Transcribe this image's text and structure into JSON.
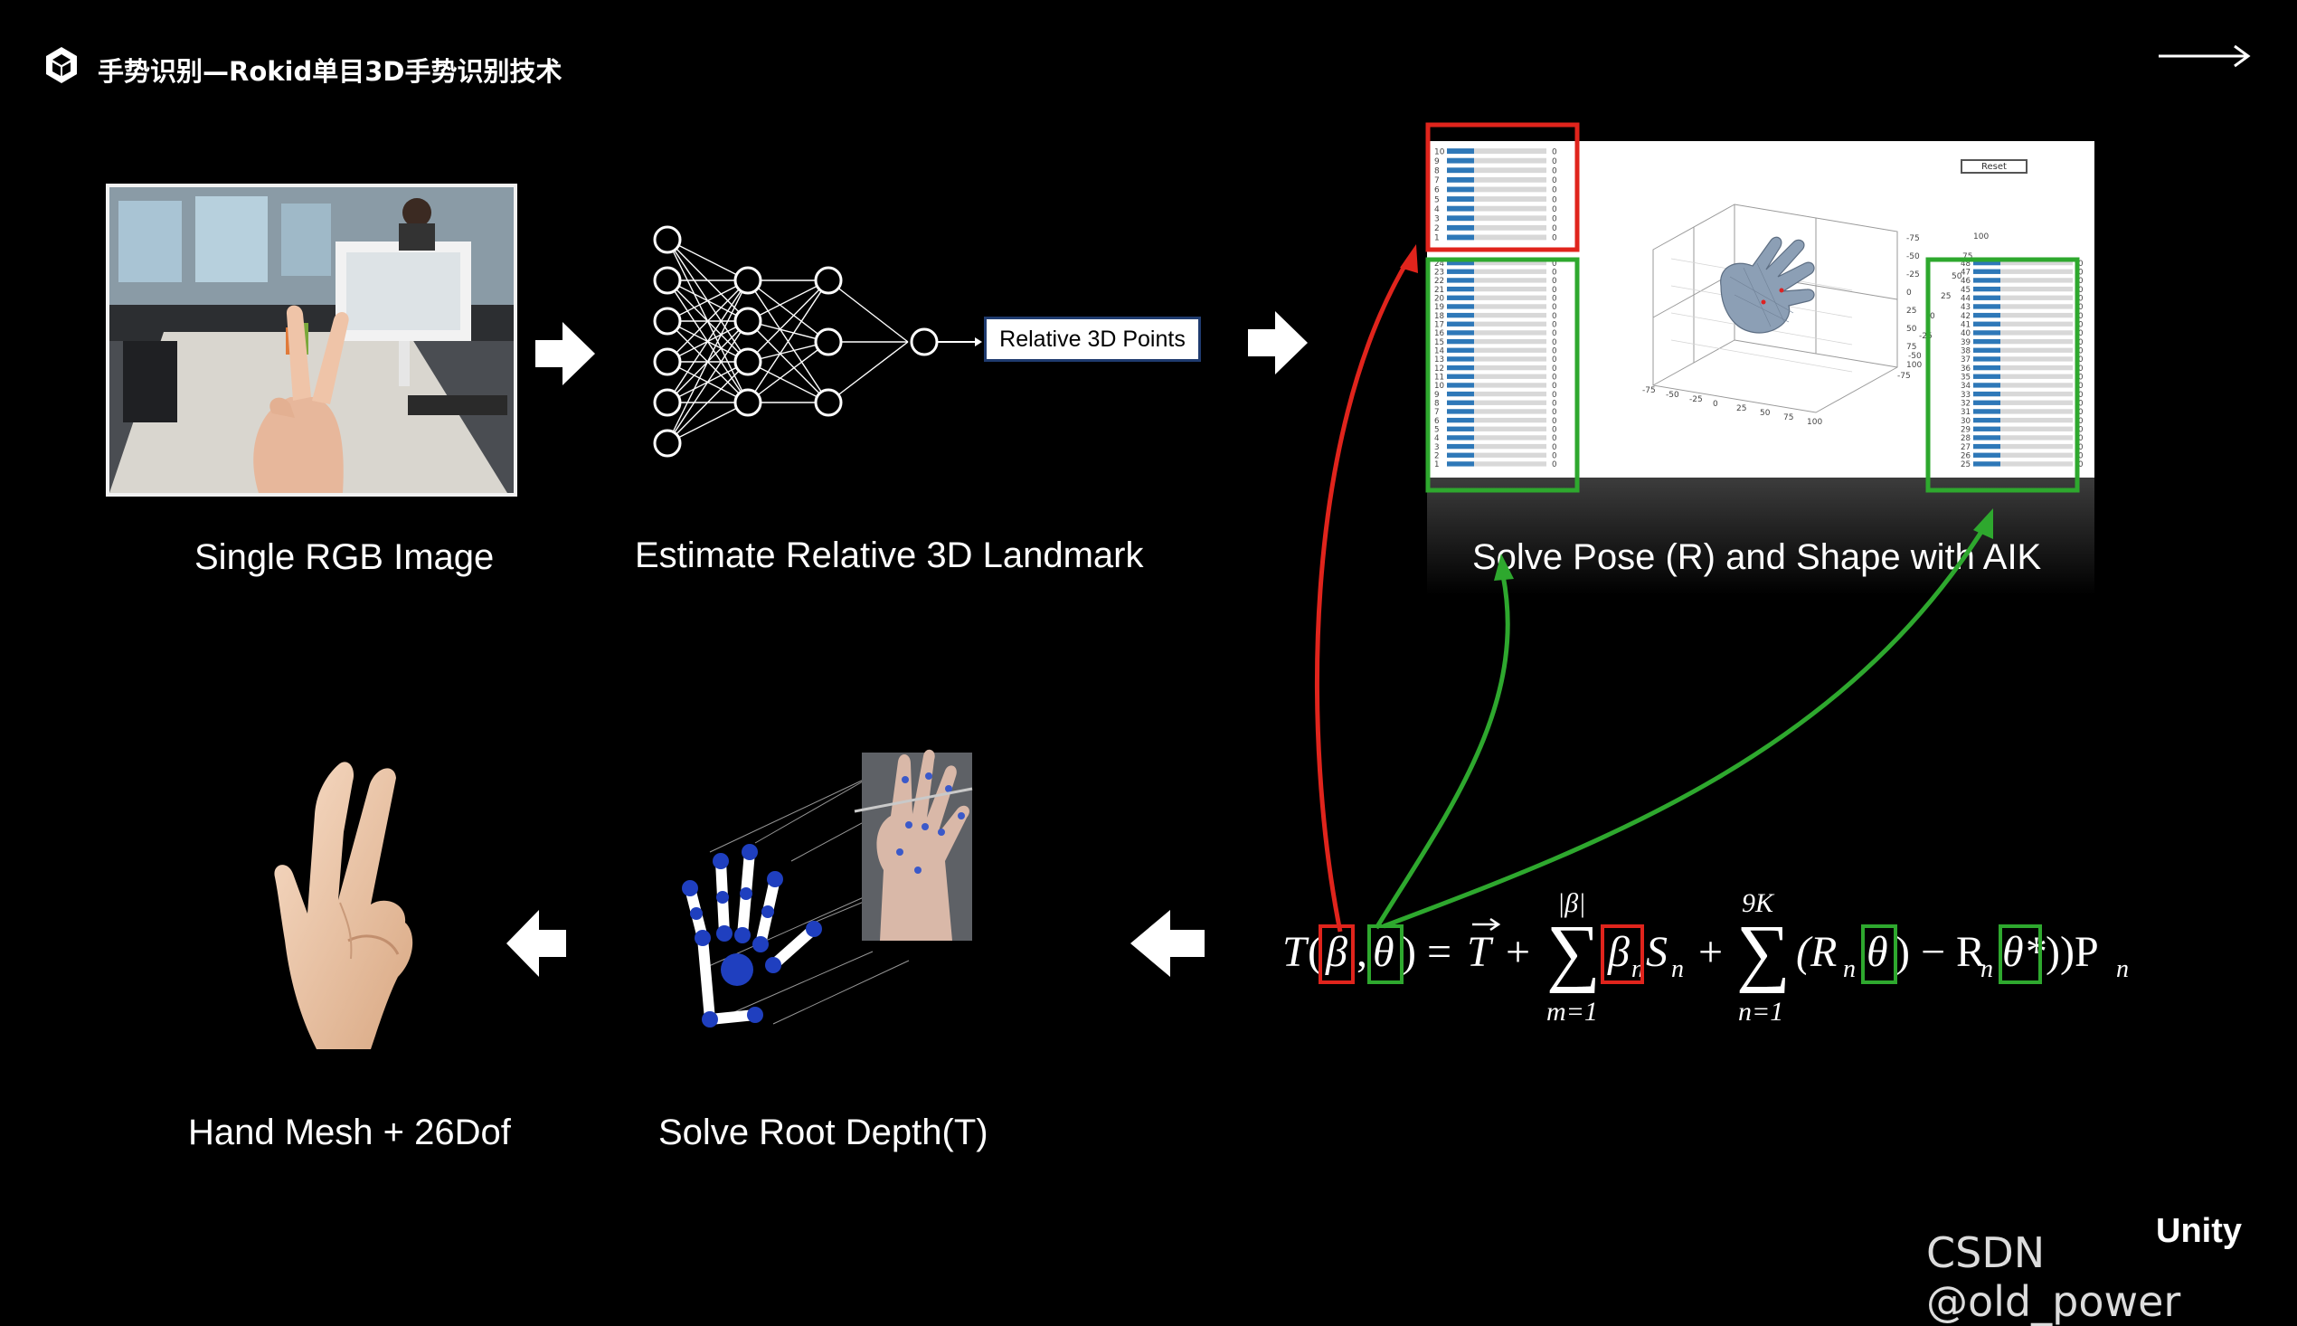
{
  "header": {
    "title": "手势识别—Rokid单目3D手势识别技术",
    "logo_icon": "unity-cube-icon",
    "next_icon": "arrow-right-icon"
  },
  "steps": {
    "single_rgb": {
      "caption": "Single RGB Image"
    },
    "landmark": {
      "caption": "Estimate Relative 3D Landmark",
      "box_label": "Relative 3D Points"
    },
    "pose": {
      "caption": "Solve Pose (R) and Shape with AIK",
      "reset_label": "Reset"
    },
    "root_depth": {
      "caption": "Solve Root Depth(T)"
    },
    "hand_mesh": {
      "caption": "Hand Mesh  + 26Dof"
    }
  },
  "panel": {
    "left_top_ticks": [
      "10",
      "9",
      "8",
      "7",
      "6",
      "5",
      "4",
      "3",
      "2",
      "1"
    ],
    "left_bottom_ticks": [
      "24",
      "23",
      "22",
      "21",
      "20",
      "19",
      "18",
      "17",
      "16",
      "15",
      "14",
      "13",
      "12",
      "11",
      "10",
      "9",
      "8",
      "7",
      "6",
      "5",
      "4",
      "3",
      "2",
      "1"
    ],
    "right_ticks": [
      "48",
      "47",
      "46",
      "45",
      "44",
      "43",
      "42",
      "41",
      "40",
      "39",
      "38",
      "37",
      "36",
      "35",
      "34",
      "33",
      "32",
      "31",
      "30",
      "29",
      "28",
      "27",
      "26",
      "25"
    ],
    "slider_value": "0",
    "x_axis_ticks": [
      "-75",
      "-50",
      "-25",
      "0",
      "25",
      "50",
      "75",
      "100"
    ],
    "y_axis_ticks": [
      "-75",
      "-50",
      "-25",
      "0",
      "25",
      "50",
      "75",
      "100"
    ],
    "z_axis_ticks": [
      "-75",
      "-50",
      "-25",
      "0",
      "25",
      "50",
      "75",
      "100"
    ]
  },
  "formula": {
    "lhs_T": "T",
    "beta": "β",
    "comma": ",",
    "theta": "θ",
    "equals": ") =",
    "T_vec": "T",
    "plus1": "+",
    "sum1_upper": "|β|",
    "sum1_lower": "m=1",
    "beta_n": "β",
    "sub_n1": "n",
    "S": "S",
    "sub_n2": "n",
    "plus2": "+",
    "sum2_upper": "9K",
    "sum2_lower": "n=1",
    "open": "(R",
    "sub_n3": "n",
    "theta2": "θ",
    "minus": ") − R",
    "sub_n4": "n",
    "theta_star": "θ*",
    "close": "))P",
    "sub_n5": "n"
  },
  "colors": {
    "red_highlight": "#e0241c",
    "green_highlight": "#2ea82e",
    "slider_blue": "#2e78b8",
    "hand_marker_blue": "#1f3fbf"
  },
  "footer": {
    "brand": "Unity",
    "watermark": "CSDN @old_power"
  }
}
